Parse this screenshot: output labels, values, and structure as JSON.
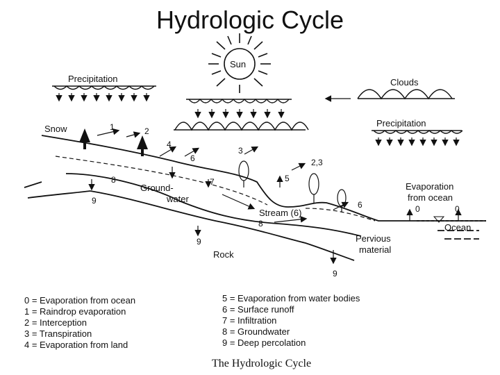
{
  "title": "Hydrologic Cycle",
  "labels": {
    "sun": "Sun",
    "precipitation_left": "Precipitation",
    "clouds": "Clouds",
    "precipitation_right": "Precipitation",
    "snow": "Snow",
    "groundwater_1": "Ground-",
    "groundwater_2": "water",
    "stream": "Stream (6)",
    "evaporation_ocean_1": "Evaporation",
    "evaporation_ocean_2": "from ocean",
    "ocean": "Ocean",
    "pervious_1": "Pervious",
    "pervious_2": "material",
    "rock": "Rock"
  },
  "numbers": {
    "n1": "1",
    "n2": "2",
    "n4": "4",
    "n6a": "6",
    "n3": "3",
    "n23": "2,3",
    "n5": "5",
    "n8a": "8",
    "n7": "7",
    "n9a": "9",
    "n8b": "8",
    "n6b": "6",
    "n0a": "0",
    "n0b": "0",
    "n9b": "9",
    "n9c": "9"
  },
  "legend_left": [
    "0 = Evaporation from ocean",
    "1 = Raindrop evaporation",
    "2 = Interception",
    "3 = Transpiration",
    "4 = Evaporation from land"
  ],
  "legend_right": [
    "5 = Evaporation from water bodies",
    "6 = Surface runoff",
    "7 = Infiltration",
    "8 = Groundwater",
    "9 = Deep percolation"
  ],
  "caption": "The Hydrologic Cycle"
}
